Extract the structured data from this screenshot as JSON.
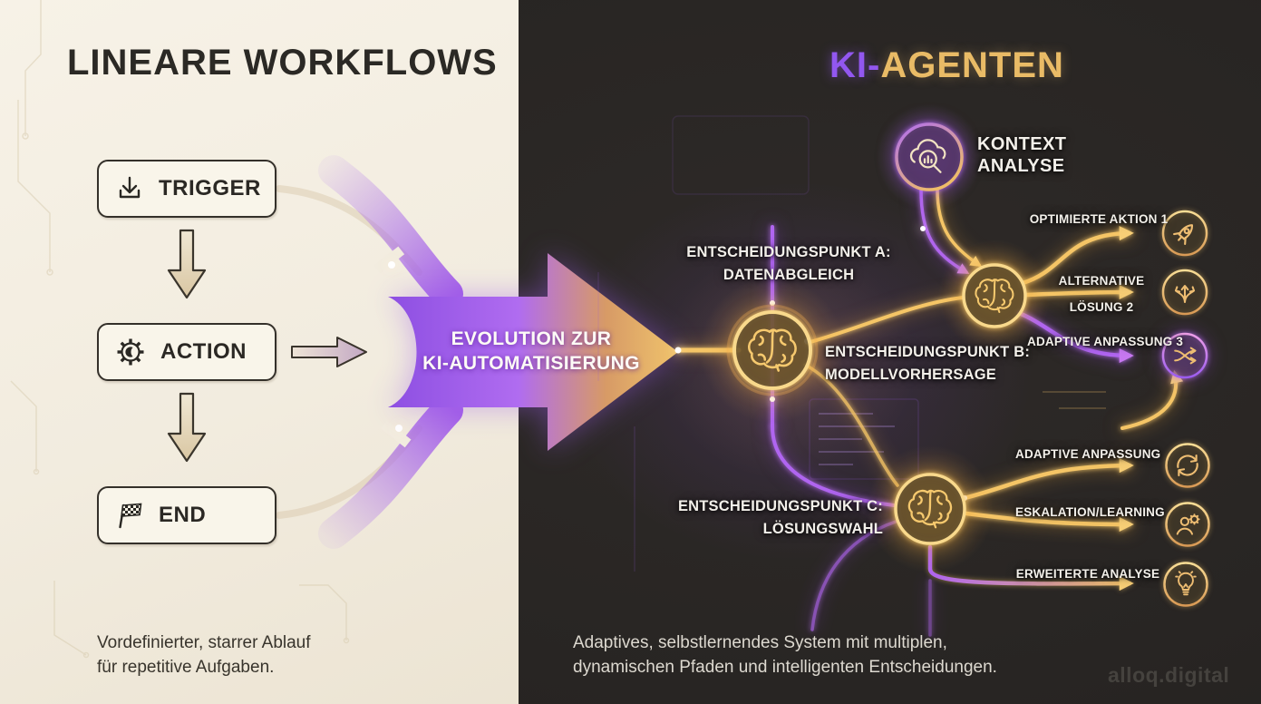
{
  "colors": {
    "accent_purple": "#9b5cf0",
    "accent_gold": "#e9bb66",
    "left_bg": "#f2ecdf",
    "right_bg": "#282523",
    "line_gold": "#f5c566",
    "line_purple": "#b065f0"
  },
  "left": {
    "title": "LINEARE WORKFLOWS",
    "steps": [
      {
        "label": "TRIGGER",
        "icon": "download-icon"
      },
      {
        "label": "ACTION",
        "icon": "gear-icon"
      },
      {
        "label": "END",
        "icon": "checkered-flag-icon"
      }
    ],
    "caption_line1": "Vordefinierter, starrer Ablauf",
    "caption_line2": "für repetitive Aufgaben."
  },
  "transition": {
    "line1": "EVOLUTION ZUR",
    "line2": "KI-AUTOMATISIERUNG"
  },
  "right": {
    "title_part1": "KI-",
    "title_part2": "AGENTEN",
    "context": {
      "line1": "KONTEXT",
      "line2": "ANALYSE",
      "icon": "cloud-analytics-icon"
    },
    "decisions": [
      {
        "line1": "ENTSCHEIDUNGSPUNKT A:",
        "line2": "DATENABGLEICH"
      },
      {
        "line1": "ENTSCHEIDUNGSPUNKT B:",
        "line2": "MODELLVORHERSAGE"
      },
      {
        "line1": "ENTSCHEIDUNGSPUNKT C:",
        "line2": "LÖSUNGSWAHL"
      }
    ],
    "outputs": [
      {
        "label": "OPTIMIERTE AKTION 1",
        "icon": "rocket-icon"
      },
      {
        "label_line1": "ALTERNATIVE",
        "label_line2": "LÖSUNG 2",
        "icon": "branch-arrows-icon"
      },
      {
        "label": "ADAPTIVE ANPASSUNG 3",
        "icon": "shuffle-icon"
      },
      {
        "label": "ADAPTIVE ANPASSUNG",
        "icon": "refresh-icon"
      },
      {
        "label": "ESKALATION/LEARNING",
        "icon": "user-gear-icon"
      },
      {
        "label": "ERWEITERTE ANALYSE",
        "icon": "lightbulb-icon"
      }
    ],
    "caption_line1": "Adaptives, selbstlernendes System mit multiplen,",
    "caption_line2": "dynamischen Pfaden und intelligenten Entscheidungen.",
    "watermark": "alloq.digital"
  }
}
